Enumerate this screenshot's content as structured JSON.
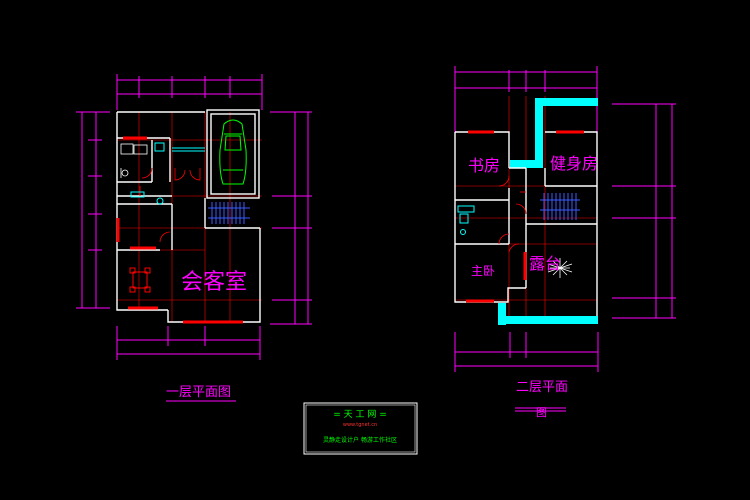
{
  "floor1": {
    "title": "一层平面图",
    "rooms": {
      "living": "会客室"
    }
  },
  "floor2": {
    "title_line1": "二层平面",
    "title_line2": "图",
    "rooms": {
      "study": "书房",
      "gym": "健身房",
      "master_bedroom": "主卧",
      "terrace": "露台"
    }
  },
  "stamp": {
    "title": "= 天 工 网 =",
    "url": "www.tgnet.cn",
    "slogan": "灵静走设计户 畅游工作社区"
  },
  "colors": {
    "background": "#000000",
    "dimension": "#ff00ff",
    "wall": "#ffffff",
    "grid": "#ff0000",
    "window": "#ff0000",
    "fixture": "#00ffff",
    "terrace_wall": "#00ffff",
    "car": "#00ff00",
    "stair": "#0000ff",
    "stamp_text": "#00ff00",
    "stamp_url": "#ff3333"
  }
}
